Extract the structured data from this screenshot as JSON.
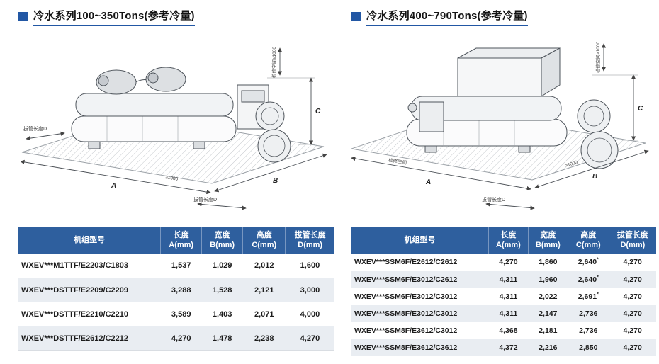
{
  "colors": {
    "accent": "#2257a4",
    "table_header_bg": "#2e5f9e",
    "table_header_text": "#ffffff",
    "row_alt_bg": "#e9edf2",
    "row_border": "#d9dde2"
  },
  "sections": [
    {
      "title": "冷水系列100~350Tons(参考冷量)",
      "diagram": {
        "pull_length_side": "拔管长度D",
        "pull_length_bottom": "拔管长度D",
        "dim_a": "A",
        "dim_b": "B",
        "dim_c": "C",
        "clearance": "≥1000",
        "service_space": "检修空间≥1000"
      },
      "table": {
        "model_header": "机组型号",
        "columns": [
          {
            "line1": "长度",
            "line2": "A(mm)"
          },
          {
            "line1": "宽度",
            "line2": "B(mm)"
          },
          {
            "line1": "高度",
            "line2": "C(mm)"
          },
          {
            "line1": "拔管长度",
            "line2": "D(mm)"
          }
        ],
        "rows": [
          {
            "model": "WXEV***M1TTF/E2203/C1803",
            "a": "1,537",
            "b": "1,029",
            "c": "2,012",
            "d": "1,600"
          },
          {
            "model": "WXEV***DSTTF/E2209/C2209",
            "a": "3,288",
            "b": "1,528",
            "c": "2,121",
            "d": "3,000"
          },
          {
            "model": "WXEV***DSTTF/E2210/C2210",
            "a": "3,589",
            "b": "1,403",
            "c": "2,071",
            "d": "4,000"
          },
          {
            "model": "WXEV***DSTTF/E2612/C2212",
            "a": "4,270",
            "b": "1,478",
            "c": "2,238",
            "d": "4,270"
          }
        ]
      }
    },
    {
      "title": "冷水系列400~790Tons(参考冷量)",
      "diagram": {
        "pull_length_bottom": "拔管长度D",
        "dim_a": "A",
        "dim_b": "B",
        "dim_c": "C",
        "clearance": ">1000",
        "service_space": "检修空间>1000",
        "floor_label": "检修空间"
      },
      "table": {
        "model_header": "机组型号",
        "columns": [
          {
            "line1": "长度",
            "line2": "A(mm)"
          },
          {
            "line1": "宽度",
            "line2": "B(mm)"
          },
          {
            "line1": "高度",
            "line2": "C(mm)"
          },
          {
            "line1": "拔管长度",
            "line2": "D(mm)"
          }
        ],
        "rows": [
          {
            "model": "WXEV***SSM6F/E2612/C2612",
            "a": "4,270",
            "b": "1,860",
            "c": "2,640",
            "c_note": "*",
            "d": "4,270"
          },
          {
            "model": "WXEV***SSM6F/E3012/C2612",
            "a": "4,311",
            "b": "1,960",
            "c": "2,640",
            "c_note": "*",
            "d": "4,270"
          },
          {
            "model": "WXEV***SSM6F/E3012/C3012",
            "a": "4,311",
            "b": "2,022",
            "c": "2,691",
            "c_note": "*",
            "d": "4,270"
          },
          {
            "model": "WXEV***SSM8F/E3012/C3012",
            "a": "4,311",
            "b": "2,147",
            "c": "2,736",
            "d": "4,270"
          },
          {
            "model": "WXEV***SSM8F/E3612/C3012",
            "a": "4,368",
            "b": "2,181",
            "c": "2,736",
            "d": "4,270"
          },
          {
            "model": "WXEV***SSM8F/E3612/C3612",
            "a": "4,372",
            "b": "2,216",
            "c": "2,850",
            "d": "4,270"
          }
        ]
      }
    }
  ]
}
